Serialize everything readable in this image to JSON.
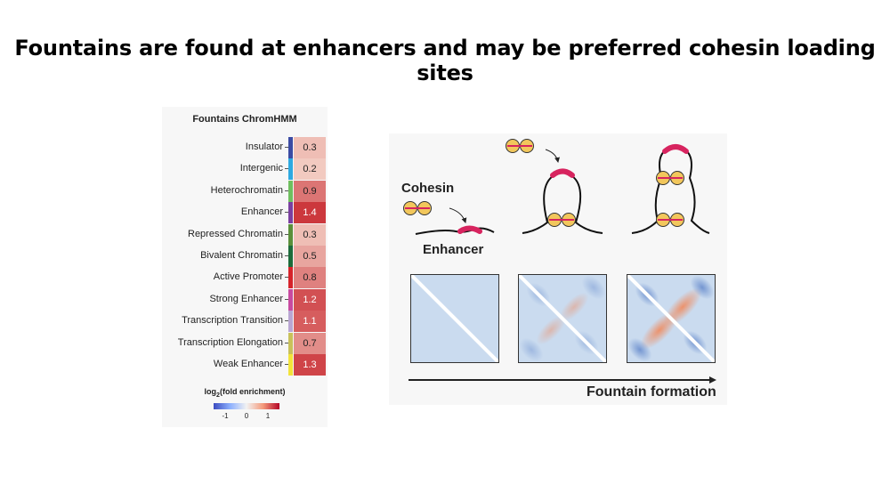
{
  "slide": {
    "title": "Fountains are found at enhancers and may be preferred cohesin loading sites"
  },
  "heatmap": {
    "title": "Fountains ChromHMM",
    "rows": [
      {
        "label": "Insulator",
        "value": "0.3",
        "color": "#3b4ba3"
      },
      {
        "label": "Intergenic",
        "value": "0.2",
        "color": "#2ea9e0"
      },
      {
        "label": "Heterochromatin",
        "value": "0.9",
        "color": "#6fbf5f"
      },
      {
        "label": "Enhancer",
        "value": "1.4",
        "color": "#7a3fa0"
      },
      {
        "label": "Repressed Chromatin",
        "value": "0.3",
        "color": "#5a8f3a"
      },
      {
        "label": "Bivalent Chromatin",
        "value": "0.5",
        "color": "#1c6b3a"
      },
      {
        "label": "Active Promoter",
        "value": "0.8",
        "color": "#d6232a"
      },
      {
        "label": "Strong Enhancer",
        "value": "1.2",
        "color": "#c84aa0"
      },
      {
        "label": "Transcription Transition",
        "value": "1.1",
        "color": "#b9a6d3"
      },
      {
        "label": "Transcription Elongation",
        "value": "0.7",
        "color": "#c9c15a"
      },
      {
        "label": "Weak Enhancer",
        "value": "1.3",
        "color": "#f2e33a"
      }
    ],
    "scale_title_main": "log",
    "scale_title_sub": "2",
    "scale_title_rest": "(fold enrichment)",
    "scale_ticks": [
      "-1",
      "0",
      "1"
    ]
  },
  "diagram": {
    "cohesin_label": "Cohesin",
    "enhancer_label": "Enhancer",
    "axis_label": "Fountain formation",
    "maps": [
      {
        "name": "stage-1",
        "fountain_strength": 0.0
      },
      {
        "name": "stage-2",
        "fountain_strength": 0.5
      },
      {
        "name": "stage-3",
        "fountain_strength": 1.0
      }
    ]
  }
}
